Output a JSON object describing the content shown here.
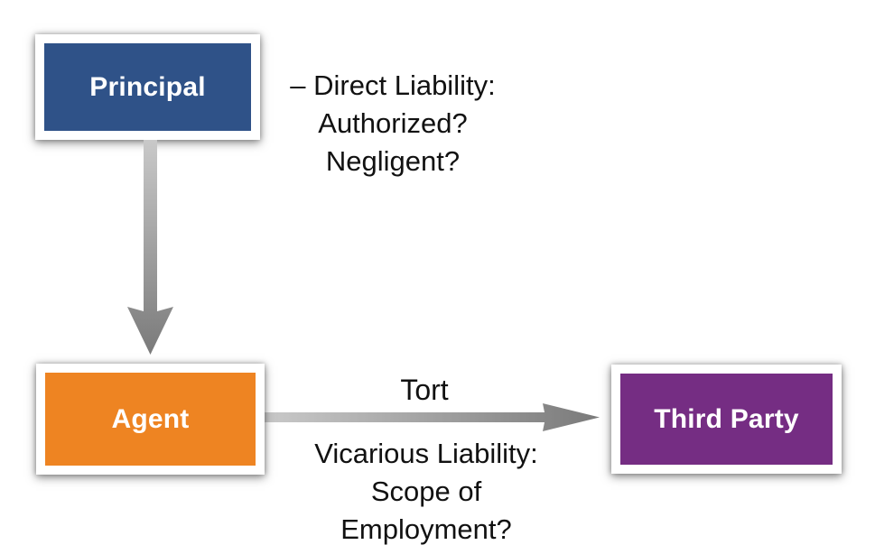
{
  "diagram": {
    "background_color": "#ffffff",
    "text_color": "#111111",
    "nodes": [
      {
        "id": "principal",
        "label": "Principal",
        "fill": "#2F5288"
      },
      {
        "id": "agent",
        "label": "Agent",
        "fill": "#EE8422"
      },
      {
        "id": "third_party",
        "label": "Third Party",
        "fill": "#752D83"
      }
    ],
    "arrows": [
      {
        "id": "principal_to_agent",
        "from": "Principal",
        "to": "Agent",
        "direction": "down"
      },
      {
        "id": "agent_to_third_party",
        "from": "Agent",
        "to": "Third Party",
        "direction": "right"
      }
    ],
    "arrow_style": {
      "gradient_start": "#C9C9C9",
      "gradient_end": "#7A7A7A"
    },
    "annotations": {
      "direct_liability": {
        "lines": [
          "– Direct Liability:",
          "Authorized?",
          "Negligent?"
        ]
      },
      "tort": "Tort",
      "vicarious_liability": {
        "lines": [
          "Vicarious Liability:",
          "Scope of",
          "Employment?"
        ]
      }
    }
  }
}
